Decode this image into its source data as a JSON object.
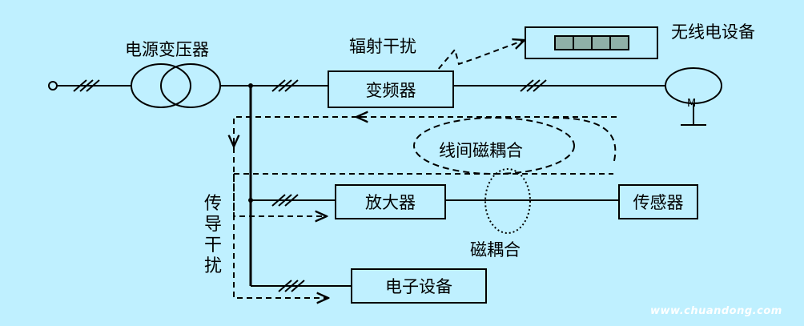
{
  "labels": {
    "transformer": "电源变压器",
    "radiated_interference": "辐射干扰",
    "wireless_device": "无线电设备",
    "inverter": "变频器",
    "line_coupling": "线间磁耦合",
    "amplifier": "放大器",
    "sensor": "传感器",
    "magnetic_coupling": "磁耦合",
    "electronic_device": "电子设备",
    "conducted_interference": [
      "传",
      "导",
      "干",
      "扰"
    ],
    "motor_symbol": "M"
  },
  "watermark": "www.chuandong.com",
  "colors": {
    "background": "#bff0ff",
    "device_bar": "#8fb0a8",
    "watermark": "#ffffff"
  }
}
